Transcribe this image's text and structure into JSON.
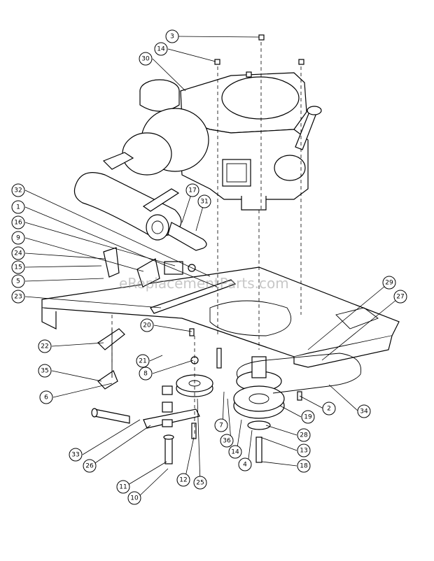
{
  "watermark": "eReplacementParts.com",
  "callouts": [
    {
      "id": "3",
      "label": "3"
    },
    {
      "id": "14a",
      "label": "14"
    },
    {
      "id": "30",
      "label": "30"
    },
    {
      "id": "32",
      "label": "32"
    },
    {
      "id": "1",
      "label": "1"
    },
    {
      "id": "16",
      "label": "16"
    },
    {
      "id": "9",
      "label": "9"
    },
    {
      "id": "24",
      "label": "24"
    },
    {
      "id": "15",
      "label": "15"
    },
    {
      "id": "5",
      "label": "5"
    },
    {
      "id": "23",
      "label": "23"
    },
    {
      "id": "17",
      "label": "17"
    },
    {
      "id": "31",
      "label": "31"
    },
    {
      "id": "29",
      "label": "29"
    },
    {
      "id": "27",
      "label": "27"
    },
    {
      "id": "20",
      "label": "20"
    },
    {
      "id": "22",
      "label": "22"
    },
    {
      "id": "21",
      "label": "21"
    },
    {
      "id": "8a",
      "label": "8"
    },
    {
      "id": "35",
      "label": "35"
    },
    {
      "id": "6",
      "label": "6"
    },
    {
      "id": "2",
      "label": "2"
    },
    {
      "id": "34",
      "label": "34"
    },
    {
      "id": "19",
      "label": "19"
    },
    {
      "id": "7",
      "label": "7"
    },
    {
      "id": "36",
      "label": "36"
    },
    {
      "id": "28",
      "label": "28"
    },
    {
      "id": "13",
      "label": "13"
    },
    {
      "id": "14b",
      "label": "14"
    },
    {
      "id": "4",
      "label": "4"
    },
    {
      "id": "18",
      "label": "18"
    },
    {
      "id": "33",
      "label": "33"
    },
    {
      "id": "26",
      "label": "26"
    },
    {
      "id": "12",
      "label": "12"
    },
    {
      "id": "25",
      "label": "25"
    },
    {
      "id": "11",
      "label": "11"
    },
    {
      "id": "10",
      "label": "10"
    }
  ]
}
